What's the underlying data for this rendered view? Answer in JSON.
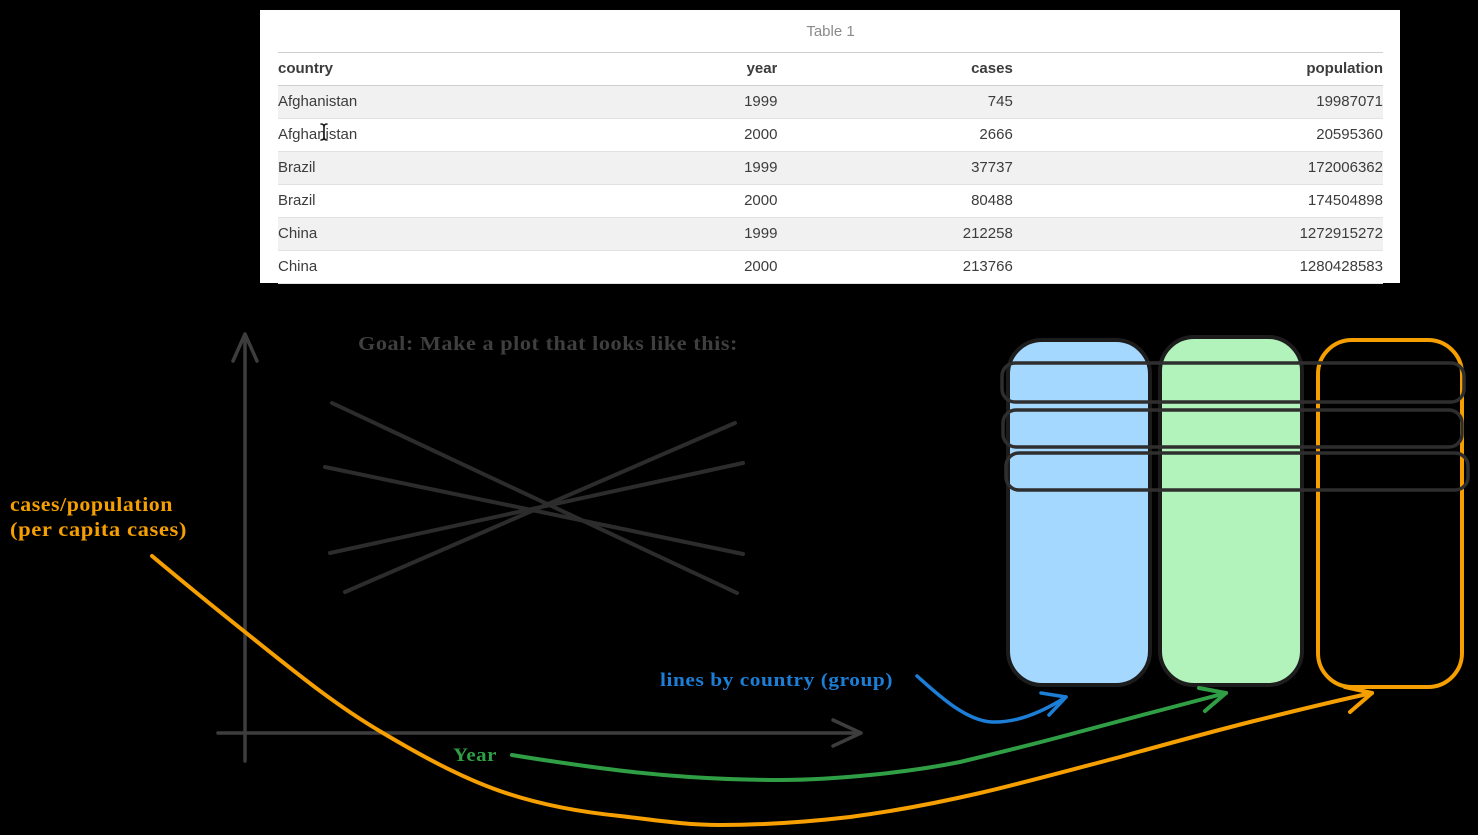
{
  "page": {
    "background": "#000000",
    "panel_background": "#ffffff"
  },
  "table_panel": {
    "title": "Table 1",
    "headers": [
      "country",
      "year",
      "cases",
      "population"
    ],
    "rows": [
      [
        "Afghanistan",
        "1999",
        "745",
        "19987071"
      ],
      [
        "Afghanistan",
        "2000",
        "2666",
        "20595360"
      ],
      [
        "Brazil",
        "1999",
        "37737",
        "172006362"
      ],
      [
        "Brazil",
        "2000",
        "80488",
        "174504898"
      ],
      [
        "China",
        "1999",
        "212258",
        "1272915272"
      ],
      [
        "China",
        "2000",
        "213766",
        "1280428583"
      ]
    ]
  },
  "sketch": {
    "goal_text": "Goal: Make a plot that looks like this:",
    "y_label_line1": "cases/population",
    "y_label_line2": "(per capita cases)",
    "x_label": "Year",
    "group_label": "lines by country (group)",
    "colors": {
      "orange": "#f59f00",
      "green": "#2f9e44",
      "blue": "#1c7ed6",
      "blue_fill": "#a5d8ff",
      "green_fill": "#b2f2bb",
      "dark_stroke": "#2c2c2c",
      "axis_stroke": "#3d3d3d",
      "goal_text_color": "#3f3f3f"
    },
    "annotations": {
      "blue_arrow_target": "blue column (country)",
      "green_arrow_target": "green column (year)",
      "orange_arrow_target": "orange outlined column (cases/population)"
    }
  }
}
